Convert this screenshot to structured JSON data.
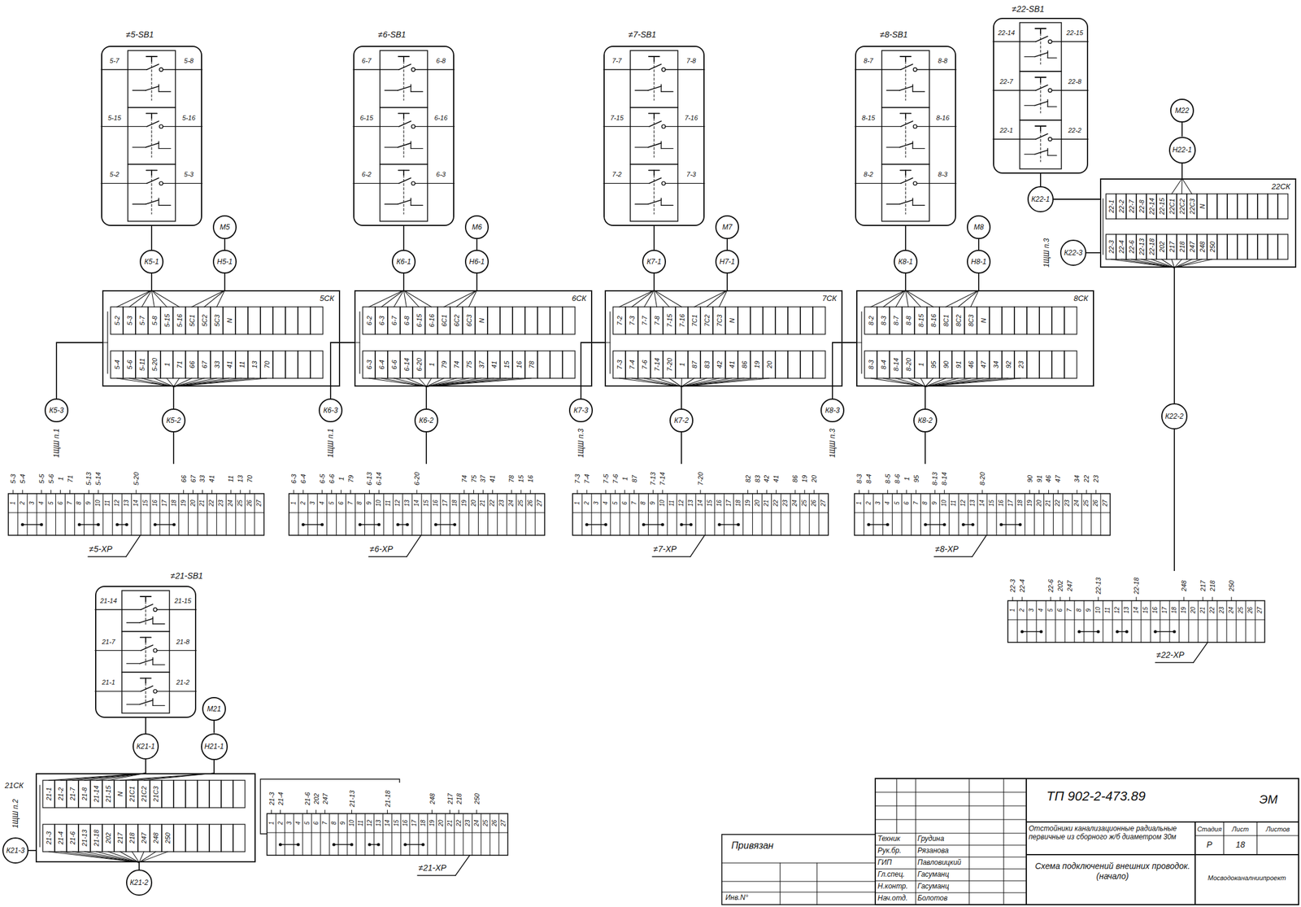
{
  "diagram": {
    "nodes": [
      {
        "text": [
          "≠5-SB1"
        ]
      },
      {
        "text": [
          "М5"
        ]
      },
      {
        "text": [
          "К5-1"
        ]
      },
      {
        "text": [
          "Н5-1"
        ]
      },
      {
        "text": [
          "5СК"
        ]
      },
      {
        "text": [
          "К5-3"
        ]
      },
      {
        "text": [
          "К5-2"
        ]
      },
      {
        "text": [
          "≠5-ХР"
        ]
      },
      {
        "text": [
          "≠6-SB1"
        ]
      },
      {
        "text": [
          "М6"
        ]
      },
      {
        "text": [
          "К6-1"
        ]
      },
      {
        "text": [
          "Н6-1"
        ]
      },
      {
        "text": [
          "6СК"
        ]
      },
      {
        "text": [
          "К6-3"
        ]
      },
      {
        "text": [
          "К6-2"
        ]
      },
      {
        "text": [
          "≠6-ХР"
        ]
      },
      {
        "text": [
          "≠7-SB1"
        ]
      },
      {
        "text": [
          "М7"
        ]
      },
      {
        "text": [
          "К7-1"
        ]
      },
      {
        "text": [
          "Н7-1"
        ]
      },
      {
        "text": [
          "7СК"
        ]
      },
      {
        "text": [
          "К7-3"
        ]
      },
      {
        "text": [
          "К7-2"
        ]
      },
      {
        "text": [
          "≠7-ХР"
        ]
      },
      {
        "text": [
          "≠8-SB1"
        ]
      },
      {
        "text": [
          "М8"
        ]
      },
      {
        "text": [
          "К8-1"
        ]
      },
      {
        "text": [
          "Н8-1"
        ]
      },
      {
        "text": [
          "8СК"
        ]
      },
      {
        "text": [
          "К8-3"
        ]
      },
      {
        "text": [
          "К8-2"
        ]
      },
      {
        "text": [
          "≠8-ХР"
        ]
      },
      {
        "text": [
          "≠22-SB1"
        ]
      },
      {
        "text": [
          "М22"
        ]
      },
      {
        "text": [
          "К22-1"
        ]
      },
      {
        "text": [
          "Н22-1"
        ]
      },
      {
        "text": [
          "22СК"
        ]
      },
      {
        "text": [
          "К22-3"
        ]
      },
      {
        "text": [
          "К22-2"
        ]
      },
      {
        "text": [
          "≠22-ХР"
        ]
      },
      {
        "text": [
          "≠21-SB1"
        ]
      },
      {
        "text": [
          "М21"
        ]
      },
      {
        "text": [
          "К21-1"
        ]
      },
      {
        "text": [
          "Н21-1"
        ]
      },
      {
        "text": [
          "21СК"
        ]
      },
      {
        "text": [
          "К21-3"
        ]
      },
      {
        "text": [
          "К21-2"
        ]
      },
      {
        "text": [
          "≠21-ХР"
        ]
      }
    ],
    "edges": [
      {
        "from": 0,
        "to": 2,
        "arrow": "none"
      },
      {
        "from": 1,
        "to": 3,
        "arrow": "none"
      },
      {
        "from": 2,
        "to": 4,
        "arrow": "none"
      },
      {
        "from": 3,
        "to": 4,
        "arrow": "none"
      },
      {
        "from": 4,
        "to": 5,
        "arrow": "none"
      },
      {
        "from": 4,
        "to": 6,
        "arrow": "none"
      },
      {
        "from": 6,
        "to": 7,
        "arrow": "none"
      },
      {
        "from": 8,
        "to": 10,
        "arrow": "none"
      },
      {
        "from": 9,
        "to": 11,
        "arrow": "none"
      },
      {
        "from": 10,
        "to": 12,
        "arrow": "none"
      },
      {
        "from": 11,
        "to": 12,
        "arrow": "none"
      },
      {
        "from": 12,
        "to": 13,
        "arrow": "none"
      },
      {
        "from": 12,
        "to": 14,
        "arrow": "none"
      },
      {
        "from": 14,
        "to": 15,
        "arrow": "none"
      },
      {
        "from": 16,
        "to": 18,
        "arrow": "none"
      },
      {
        "from": 17,
        "to": 19,
        "arrow": "none"
      },
      {
        "from": 18,
        "to": 20,
        "arrow": "none"
      },
      {
        "from": 19,
        "to": 20,
        "arrow": "none"
      },
      {
        "from": 20,
        "to": 21,
        "arrow": "none"
      },
      {
        "from": 20,
        "to": 22,
        "arrow": "none"
      },
      {
        "from": 22,
        "to": 23,
        "arrow": "none"
      },
      {
        "from": 24,
        "to": 26,
        "arrow": "none"
      },
      {
        "from": 25,
        "to": 27,
        "arrow": "none"
      },
      {
        "from": 26,
        "to": 28,
        "arrow": "none"
      },
      {
        "from": 27,
        "to": 28,
        "arrow": "none"
      },
      {
        "from": 28,
        "to": 29,
        "arrow": "none"
      },
      {
        "from": 28,
        "to": 30,
        "arrow": "none"
      },
      {
        "from": 30,
        "to": 31,
        "arrow": "none"
      },
      {
        "from": 32,
        "to": 34,
        "arrow": "none"
      },
      {
        "from": 33,
        "to": 35,
        "arrow": "none"
      },
      {
        "from": 34,
        "to": 36,
        "arrow": "none"
      },
      {
        "from": 35,
        "to": 36,
        "arrow": "none"
      },
      {
        "from": 36,
        "to": 37,
        "arrow": "none"
      },
      {
        "from": 36,
        "to": 38,
        "arrow": "none"
      },
      {
        "from": 38,
        "to": 39,
        "arrow": "none"
      },
      {
        "from": 40,
        "to": 42,
        "arrow": "none"
      },
      {
        "from": 41,
        "to": 43,
        "arrow": "none"
      },
      {
        "from": 42,
        "to": 44,
        "arrow": "none"
      },
      {
        "from": 43,
        "to": 44,
        "arrow": "none"
      },
      {
        "from": 44,
        "to": 45,
        "arrow": "none"
      },
      {
        "from": 44,
        "to": 46,
        "arrow": "none"
      }
    ],
    "labels": [
      "5-7",
      "5-8",
      "5-15",
      "5-16",
      "5-2",
      "5-3",
      "5-2",
      "5-3",
      "5-7",
      "5-8",
      "5-15",
      "5-16",
      "5С1",
      "5С2",
      "5С3",
      "N",
      "5-4",
      "5-6",
      "5-11",
      "5-20",
      "1",
      "71",
      "66",
      "67",
      "33",
      "41",
      "11",
      "13",
      "70",
      "1ЩШ п.1",
      "5-3",
      "5-4",
      "5-5",
      "5-6",
      "1",
      "71",
      "5-13",
      "5-14",
      "5-20",
      "66",
      "67",
      "33",
      "41",
      "11",
      "13",
      "70",
      "1",
      "2",
      "3",
      "4",
      "5",
      "6",
      "7",
      "8",
      "9",
      "10",
      "11",
      "12",
      "13",
      "14",
      "15",
      "16",
      "17",
      "18",
      "19",
      "20",
      "21",
      "22",
      "23",
      "24",
      "25",
      "26",
      "27",
      "6-7",
      "6-8",
      "6-15",
      "6-16",
      "6-2",
      "6-3",
      "6-2",
      "6-3",
      "6-7",
      "6-8",
      "6-15",
      "6-16",
      "6С1",
      "6С2",
      "6С3",
      "N",
      "6-3",
      "6-4",
      "6-6",
      "6-14",
      "6-20",
      "1",
      "79",
      "74",
      "75",
      "37",
      "41",
      "15",
      "16",
      "78",
      "1ЩШ п.1",
      "6-3",
      "6-4",
      "6-5",
      "6-6",
      "1",
      "79",
      "6-13",
      "6-14",
      "6-20",
      "74",
      "75",
      "37",
      "41",
      "78",
      "15",
      "16",
      "1",
      "2",
      "3",
      "4",
      "5",
      "6",
      "7",
      "8",
      "9",
      "10",
      "11",
      "12",
      "13",
      "14",
      "15",
      "16",
      "17",
      "18",
      "19",
      "20",
      "21",
      "22",
      "23",
      "24",
      "25",
      "26",
      "27",
      "7-7",
      "7-8",
      "7-15",
      "7-16",
      "7-2",
      "7-3",
      "7-2",
      "7-3",
      "7-7",
      "7-8",
      "7-15",
      "7-16",
      "7С1",
      "7С2",
      "7С3",
      "N",
      "7-3",
      "7-4",
      "7-6",
      "7-14",
      "7-20",
      "1",
      "87",
      "83",
      "42",
      "41",
      "86",
      "19",
      "20",
      "1ЩШ п.3",
      "7-3",
      "7-4",
      "7-5",
      "7-6",
      "1",
      "87",
      "7-13",
      "7-14",
      "7-20",
      "82",
      "83",
      "42",
      "41",
      "86",
      "19",
      "20",
      "1",
      "2",
      "3",
      "4",
      "5",
      "6",
      "7",
      "8",
      "9",
      "10",
      "11",
      "12",
      "13",
      "14",
      "15",
      "16",
      "17",
      "18",
      "19",
      "20",
      "21",
      "22",
      "23",
      "24",
      "25",
      "26",
      "27",
      "8-7",
      "8-8",
      "8-15",
      "8-16",
      "8-2",
      "8-3",
      "8-2",
      "8-3",
      "8-7",
      "8-8",
      "8-15",
      "8-16",
      "8С1",
      "8С2",
      "8С3",
      "N",
      "8-3",
      "8-4",
      "8-14",
      "8-20",
      "1",
      "95",
      "90",
      "91",
      "46",
      "47",
      "34",
      "92",
      "23",
      "1ЩШ п.3",
      "8-3",
      "8-4",
      "8-5",
      "8-6",
      "1",
      "95",
      "8-13",
      "8-14",
      "8-20",
      "90",
      "91",
      "46",
      "47",
      "34",
      "22",
      "23",
      "1",
      "2",
      "3",
      "4",
      "5",
      "6",
      "7",
      "8",
      "9",
      "10",
      "11",
      "12",
      "13",
      "14",
      "15",
      "16",
      "17",
      "18",
      "19",
      "20",
      "21",
      "22",
      "23",
      "24",
      "25",
      "26",
      "27",
      "22-14",
      "22-15",
      "22-7",
      "22-8",
      "22-1",
      "22-2",
      "22-1",
      "22-2",
      "22-7",
      "22-8",
      "22-14",
      "22-15",
      "22С1",
      "22С2",
      "22С3",
      "N",
      "22-3",
      "22-4",
      "22-6",
      "22-13",
      "22-18",
      "202",
      "217",
      "218",
      "247",
      "248",
      "250",
      "1ЩШ п.3",
      "22-3",
      "22-4",
      "22-6",
      "202",
      "247",
      "22-13",
      "22-18",
      "248",
      "217",
      "218",
      "250",
      "1",
      "2",
      "3",
      "4",
      "5",
      "6",
      "7",
      "8",
      "9",
      "10",
      "11",
      "12",
      "13",
      "14",
      "15",
      "16",
      "17",
      "18",
      "19",
      "20",
      "21",
      "22",
      "23",
      "24",
      "25",
      "26",
      "27",
      "21-14",
      "21-15",
      "21-7",
      "21-8",
      "21-1",
      "21-2",
      "21-1",
      "21-2",
      "21-7",
      "21-8",
      "21-14",
      "21-15",
      "N",
      "21С1",
      "21С2",
      "21С3",
      "21-3",
      "21-4",
      "21-6",
      "21-13",
      "21-18",
      "202",
      "217",
      "218",
      "247",
      "248",
      "250",
      "1ЩШ п.2",
      "21-3",
      "21-4",
      "21-6",
      "202",
      "247",
      "21-13",
      "21-18",
      "248",
      "217",
      "218",
      "250",
      "1",
      "2",
      "3",
      "4",
      "5",
      "6",
      "7",
      "8",
      "9",
      "10",
      "11",
      "12",
      "13",
      "14",
      "15",
      "16",
      "17",
      "18",
      "19",
      "20",
      "21",
      "22",
      "23",
      "24",
      "25",
      "26",
      "27",
      "ТП 902-2-473.89",
      "ЭМ",
      "Привязан",
      "Инв.N°",
      "Техник",
      "Грудина",
      "Рук.бр.",
      "Рязанова",
      "ГИП",
      "Павловицкий",
      "Гл.спец.",
      "Гасуманц",
      "Н.контр.",
      "Гасуманц",
      "Нач.отд.",
      "Болотов",
      "Отстойники канализационные радиальные первичные из сборного ж/б диаметром 30м",
      "Стадия",
      "Лист",
      "Листов",
      "Р",
      "18",
      "Схема подключений внешних проводок. (начало)",
      "Мосводоканалниипроект"
    ]
  }
}
